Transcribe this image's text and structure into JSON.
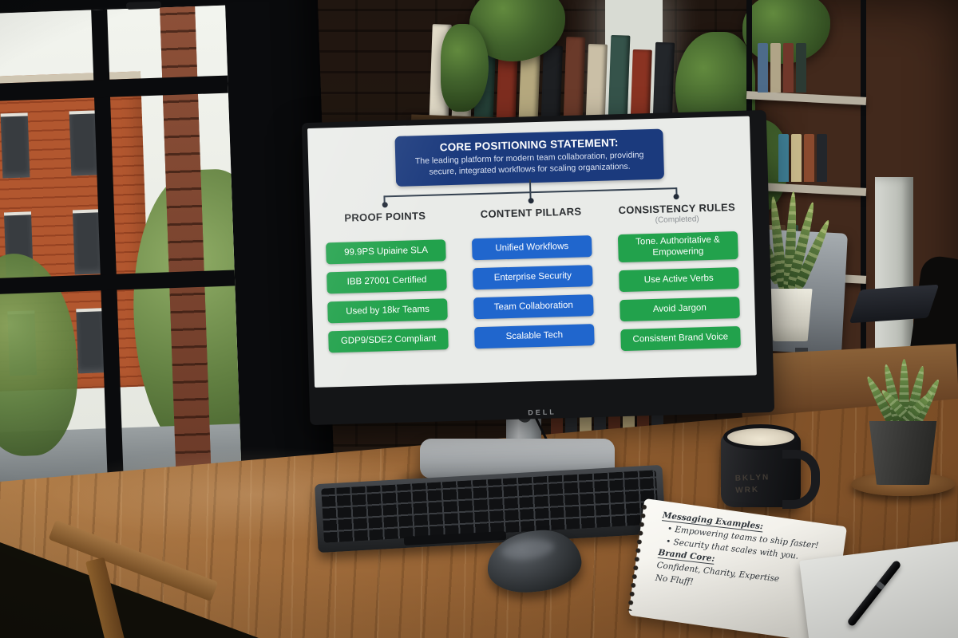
{
  "screen": {
    "header": {
      "title": "CORE POSITIONING STATEMENT:",
      "subtitle": "The leading platform for modern team collaboration, providing secure, integrated workflows for scaling organizations."
    },
    "columns": [
      {
        "title": "PROOF POINTS",
        "subtitle": "",
        "accent": "#22a24c",
        "items": [
          "99.9PS Upiaine SLA",
          "IBB 27001 Certified",
          "Used by 18kr Teams",
          "GDP9/SDE2 Compliant"
        ]
      },
      {
        "title": "CONTENT PILLARS",
        "subtitle": "",
        "accent": "#2066cd",
        "items": [
          "Unified Workflows",
          "Enterprise Security",
          "Team Collaboration",
          "Scalable Tech"
        ]
      },
      {
        "title": "CONSISTENCY RULES",
        "subtitle": "(Completed)",
        "accent": "#22a24c",
        "items": [
          "Tone. Authoritative & Empowering",
          "Use Active Verbs",
          "Avoid Jargon",
          "Consistent Brand Voice"
        ]
      }
    ],
    "colors": {
      "header_bg": "#1b3a7d",
      "green": "#22a24c",
      "blue": "#2066cd",
      "screen_bg": "#e9ebe8",
      "connector": "#33404f"
    }
  },
  "scene": {
    "monitor_brand": "DELL",
    "mug": {
      "line1": "BKLYN",
      "line2": "WRK"
    },
    "notebook": {
      "lines": [
        "Messaging Examples:",
        "• Empowering teams to ship faster!",
        "• Security that scales with you.",
        "Brand Core:",
        "Confident, Charity, Expertise",
        "No Fluff!"
      ]
    }
  }
}
